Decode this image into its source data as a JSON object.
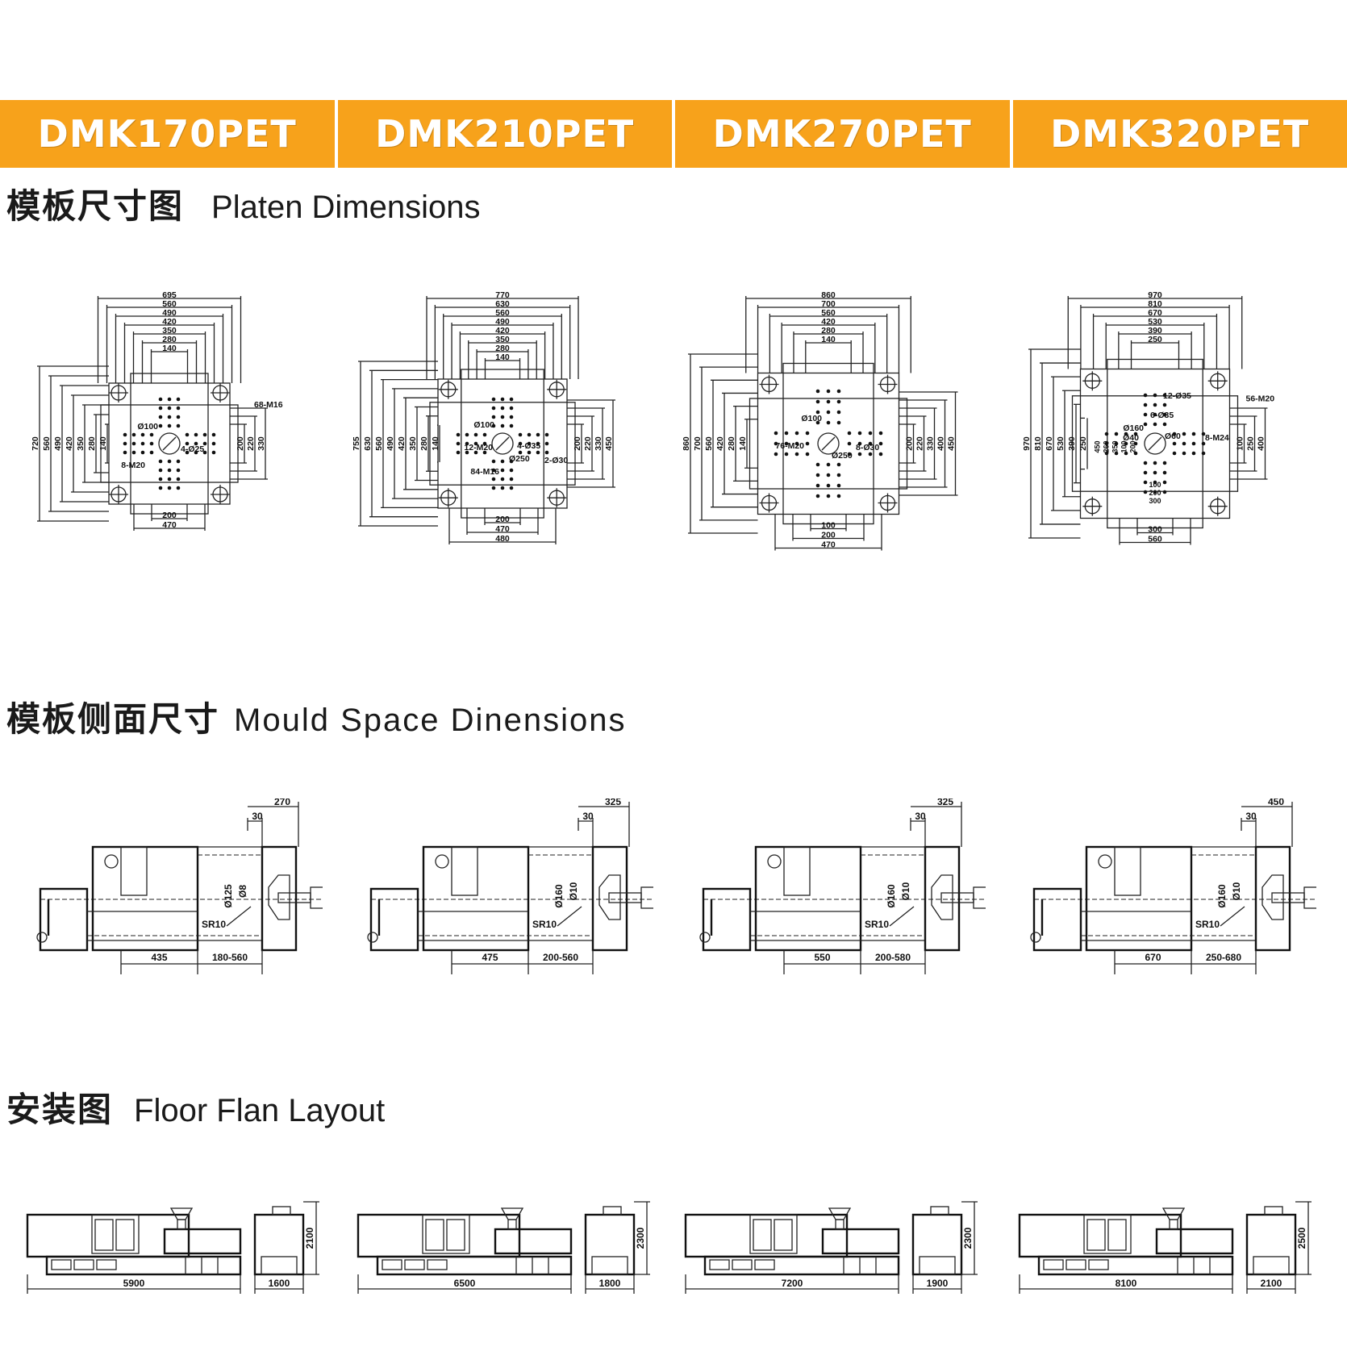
{
  "models": [
    "DMK170PET",
    "DMK210PET",
    "DMK270PET",
    "DMK320PET"
  ],
  "sections": {
    "platen": {
      "cn": "模板尺寸图",
      "en": "Platen Dimensions"
    },
    "mould": {
      "cn": "模板侧面尺寸",
      "en": "Mould Space Dinensions"
    },
    "floor": {
      "cn": "安装图",
      "en": "Floor Flan Layout"
    }
  },
  "colors": {
    "tab_bg": "#f7a21b",
    "tab_text": "#ffffff",
    "line": "#222222"
  },
  "platen": [
    {
      "top": [
        "695",
        "560",
        "490",
        "420",
        "350",
        "280",
        "140"
      ],
      "left": [
        "720",
        "560",
        "490",
        "420",
        "350",
        "280",
        "140"
      ],
      "right": [
        "200",
        "220",
        "330"
      ],
      "bottom": [
        "200",
        "470"
      ],
      "notes": [
        "68-M16",
        "Ø100",
        "4-Ø25",
        "8-M20"
      ]
    },
    {
      "top": [
        "770",
        "630",
        "560",
        "490",
        "420",
        "350",
        "280",
        "140"
      ],
      "left": [
        "755",
        "630",
        "560",
        "490",
        "420",
        "350",
        "280",
        "140"
      ],
      "right": [
        "200",
        "220",
        "330",
        "450"
      ],
      "bottom": [
        "200",
        "470",
        "480"
      ],
      "notes": [
        "Ø100",
        "12-M20",
        "4-Ø35",
        "Ø250",
        "2-Ø30",
        "84-M16"
      ]
    },
    {
      "top": [
        "860",
        "700",
        "560",
        "420",
        "280",
        "140"
      ],
      "left": [
        "860",
        "700",
        "560",
        "420",
        "280",
        "140"
      ],
      "right": [
        "200",
        "220",
        "330",
        "400",
        "450"
      ],
      "bottom": [
        "100",
        "200",
        "470"
      ],
      "notes": [
        "Ø100",
        "76-M20",
        "8-Ø30",
        "Ø250"
      ]
    },
    {
      "top": [
        "970",
        "810",
        "670",
        "530",
        "390",
        "250"
      ],
      "left": [
        "970",
        "810",
        "670",
        "530",
        "390",
        "250"
      ],
      "right": [
        "100",
        "250",
        "400"
      ],
      "bottom": [
        "300",
        "560"
      ],
      "center": [
        "450",
        "260",
        "350",
        "100",
        "200"
      ],
      "inner_bottom": [
        "100",
        "200",
        "300"
      ],
      "notes": [
        "12-Ø35",
        "56-M20",
        "6-Ø35",
        "Ø160",
        "Ø40",
        "Ø60",
        "8-M24"
      ]
    }
  ],
  "mould": [
    {
      "top": "270",
      "sub": "30",
      "diam": "Ø125",
      "small": "Ø8",
      "sr": "SR10",
      "base": "435",
      "range": "180-560"
    },
    {
      "top": "325",
      "sub": "30",
      "diam": "Ø160",
      "small": "Ø10",
      "sr": "SR10",
      "base": "475",
      "range": "200-560"
    },
    {
      "top": "325",
      "sub": "30",
      "diam": "Ø160",
      "small": "Ø10",
      "sr": "SR10",
      "base": "550",
      "range": "200-580"
    },
    {
      "top": "450",
      "sub": "30",
      "diam": "Ø160",
      "small": "Ø10",
      "sr": "SR10",
      "base": "670",
      "range": "250-680"
    }
  ],
  "floor": [
    {
      "length": "5900",
      "width": "1600",
      "height": "2100"
    },
    {
      "length": "6500",
      "width": "1800",
      "height": "2300"
    },
    {
      "length": "7200",
      "width": "1900",
      "height": "2300"
    },
    {
      "length": "8100",
      "width": "2100",
      "height": "2500"
    }
  ]
}
